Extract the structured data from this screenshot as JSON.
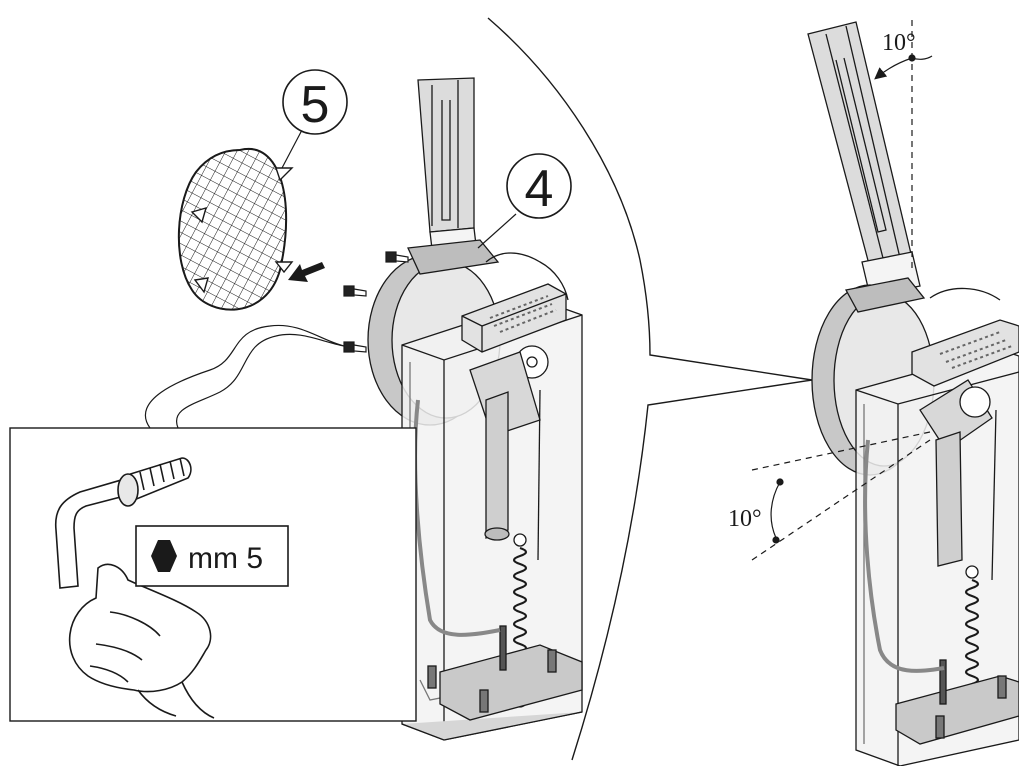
{
  "callouts": {
    "cover_number": "5",
    "module_number": "4"
  },
  "tool_inset": {
    "key_size_label": "mm 5",
    "key_icon": "hexagon-icon"
  },
  "angles": {
    "boom_tilt_label": "10°",
    "arm_tilt_label": "10°"
  },
  "colors": {
    "line": "#1a1a1a",
    "fill_light": "#eeeeee",
    "fill_mid": "#cfcfcf",
    "fill_dark": "#9a9a9a"
  }
}
